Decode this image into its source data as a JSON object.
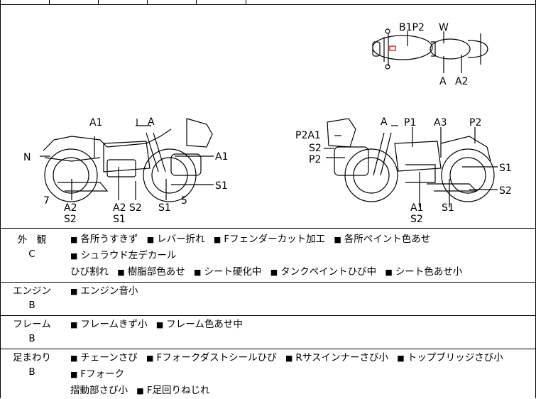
{
  "header_strip": {
    "partial_text": "…"
  },
  "diagram": {
    "top_view_labels": [
      "B1P2",
      "W",
      "A",
      "A2"
    ],
    "left_side_labels": [
      "A1",
      "A",
      "N",
      "A1",
      "S1",
      "7",
      "A2",
      "S2",
      "A2",
      "S1",
      "S2",
      "S1",
      "5"
    ],
    "right_side_labels": [
      "A",
      "P1",
      "A3",
      "P2",
      "P2A1",
      "S2",
      "P2",
      "S1",
      "S2",
      "A1",
      "S2",
      "S1"
    ]
  },
  "sections": [
    {
      "category": "外　観",
      "grade": "C",
      "items": [
        "各所うすきず",
        "レバー折れ",
        "Fフェンダーカット加工",
        "各所ペイント色あせ",
        "シュラウド左デカール",
        "ひび割れ",
        "樹脂部色あせ",
        "シート硬化中",
        "タンクペイントひび中",
        "シート色あせ小"
      ]
    },
    {
      "category": "エンジン",
      "grade": "B",
      "items": [
        "エンジン音小"
      ]
    },
    {
      "category": "フレーム",
      "grade": "B",
      "items": [
        "フレームきず小",
        "フレーム色あせ中"
      ]
    },
    {
      "category": "足まわり",
      "grade": "B",
      "items": [
        "チェーンさび",
        "Fフォークダストシールひび",
        "Rサスインナーさび小",
        "トップブリッジさび小",
        "Fフォーク",
        "摺動部さび小",
        "F足回りねじれ"
      ]
    }
  ],
  "bullet_symbol": "■"
}
